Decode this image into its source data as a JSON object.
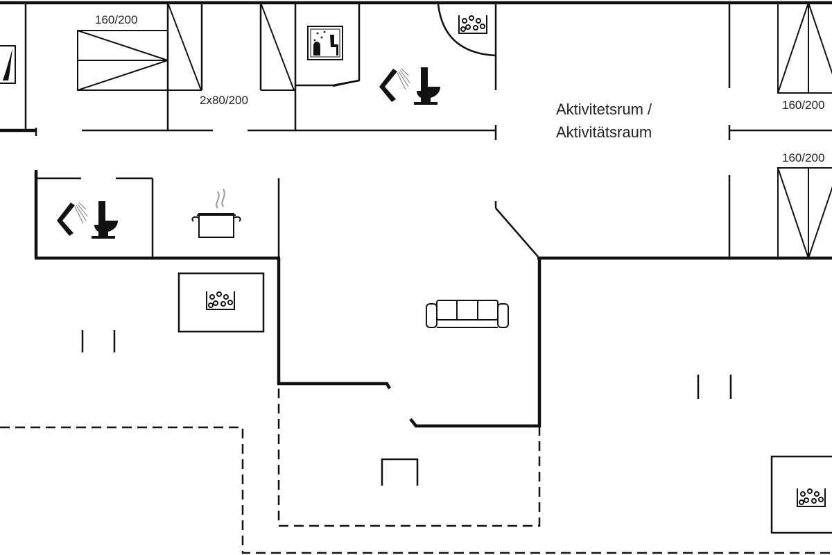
{
  "labels": {
    "bed_top_left": "160/200",
    "bed_twin": "2x80/200",
    "activity_line1": "Aktivitetsrum /",
    "activity_line2": "Aktivitätsraum",
    "bed_right_top": "160/200",
    "bed_right_bottom": "160/200"
  },
  "colors": {
    "wall": "#111111",
    "background": "#ffffff"
  }
}
